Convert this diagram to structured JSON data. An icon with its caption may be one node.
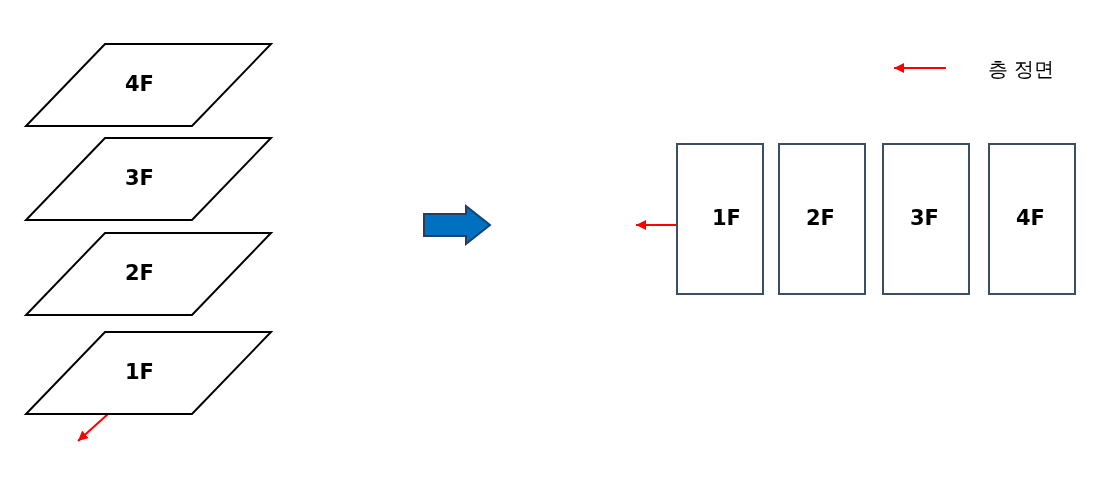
{
  "diagram": {
    "nodes": [
      {
        "text": [
          "4F"
        ]
      },
      {
        "text": [
          "3F"
        ]
      },
      {
        "text": [
          "2F"
        ]
      },
      {
        "text": [
          "1F"
        ]
      },
      {
        "text": [
          "1F"
        ]
      },
      {
        "text": [
          "2F"
        ]
      },
      {
        "text": [
          "3F"
        ]
      },
      {
        "text": [
          "4F"
        ]
      }
    ],
    "edges": [
      {
        "from": 3,
        "to": null,
        "arrow": "to",
        "color": "#ff0000"
      },
      {
        "from": 4,
        "to": null,
        "arrow": "to",
        "color": "#ff0000"
      }
    ],
    "legend": [
      {
        "text": "층 정면"
      }
    ]
  }
}
